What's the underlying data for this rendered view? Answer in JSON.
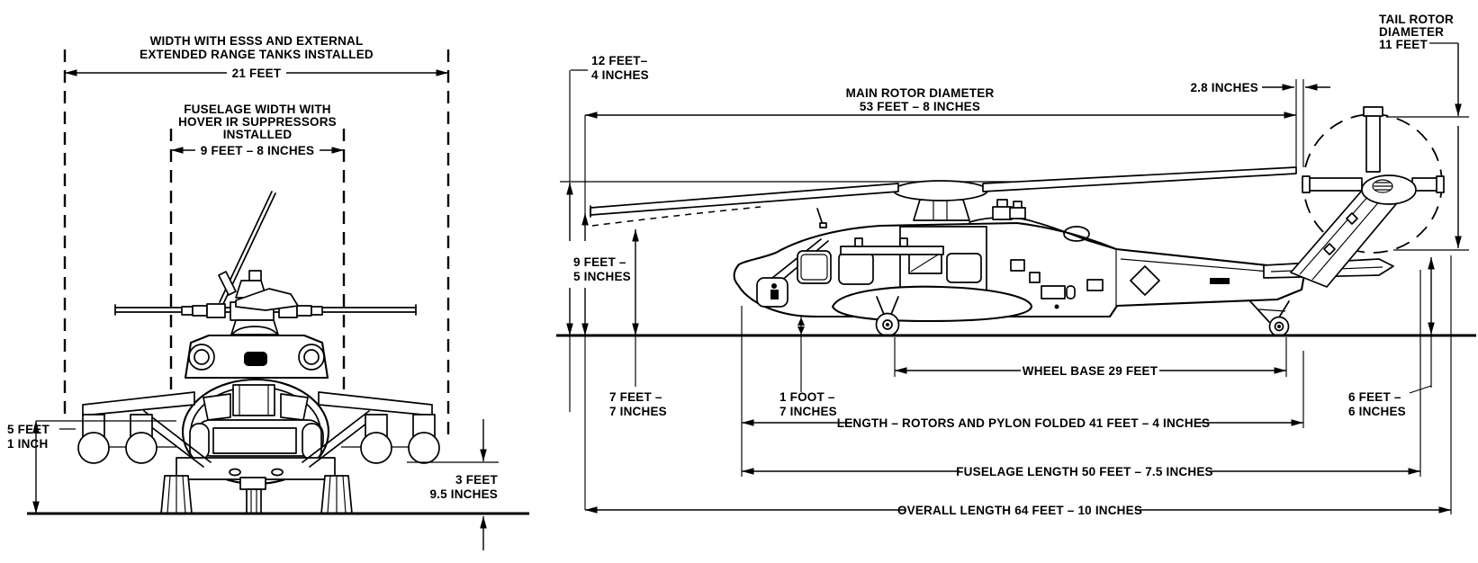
{
  "diagram_title": "Helicopter principal dimensions diagram",
  "colors": {
    "ink": "#000000",
    "paper": "#ffffff"
  },
  "front_view": {
    "width_label_1": "WIDTH WITH ESSS AND EXTERNAL",
    "width_label_2": "EXTENDED RANGE TANKS INSTALLED",
    "width_value": "21 FEET",
    "fus_width_label_1": "FUSELAGE WIDTH WITH",
    "fus_width_label_2": "HOVER IR SUPPRESSORS",
    "fus_width_label_3": "INSTALLED",
    "fus_width_value": "9 FEET – 8 INCHES",
    "gear_height_1": "5 FEET",
    "gear_height_2": "1 INCH",
    "tank_height_1": "3 FEET",
    "tank_height_2": "9.5 INCHES"
  },
  "side_view": {
    "hub_height_1": "12 FEET–",
    "hub_height_2": "4 INCHES",
    "main_rotor_label": "MAIN ROTOR DIAMETER",
    "main_rotor_value": "53 FEET – 8 INCHES",
    "blade_gap": "2.8 INCHES",
    "tail_rotor_label_1": "TAIL ROTOR",
    "tail_rotor_label_2": "DIAMETER",
    "tail_rotor_label_3": "11 FEET",
    "blade_tip_height_1": "9 FEET –",
    "blade_tip_height_2": "5 INCHES",
    "droop_height_1": "7 FEET –",
    "droop_height_2": "7 INCHES",
    "clearance_1": "1 FOOT –",
    "clearance_2": "7 INCHES",
    "stab_height_1": "6 FEET –",
    "stab_height_2": "6 INCHES",
    "wheel_base": "WHEEL BASE 29 FEET",
    "folded_length": "LENGTH – ROTORS AND PYLON FOLDED 41 FEET – 4 INCHES",
    "fuselage_length": "FUSELAGE LENGTH 50 FEET – 7.5 INCHES",
    "overall_length": "OVERALL LENGTH 64 FEET – 10 INCHES"
  }
}
